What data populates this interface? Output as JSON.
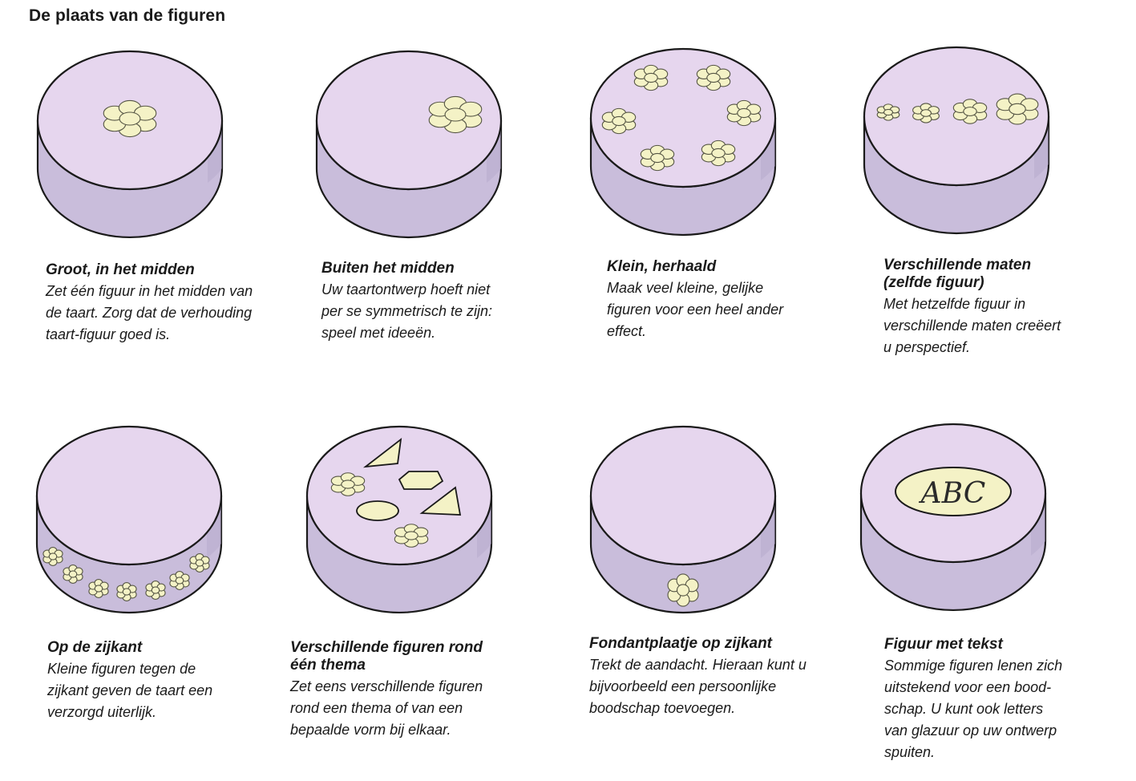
{
  "title": "De plaats van de figuren",
  "colors": {
    "cake_top": "#e6d6ee",
    "cake_side": "#c9bddb",
    "cake_side_dark": "#b6a9cb",
    "outline": "#1a1a1a",
    "flower_fill": "#f4f2c6",
    "flower_outline": "#555544"
  },
  "panels": [
    {
      "id": "groot-midden",
      "decoration": "flower-center-large",
      "title": "Groot, in het midden",
      "text": [
        "Zet één figuur in het midden van",
        "de taart. Zorg dat de verhouding",
        "taart-figuur goed is."
      ]
    },
    {
      "id": "buiten-midden",
      "decoration": "flower-off-center",
      "title": "Buiten het midden",
      "text": [
        "Uw taartontwerp hoeft niet",
        "per se symmetrisch te zijn:",
        "speel met ideeën."
      ]
    },
    {
      "id": "klein-herhaald",
      "decoration": "flower-ring",
      "title": "Klein, herhaald",
      "text": [
        "Maak veel kleine, gelijke",
        "figuren voor een heel ander",
        "effect."
      ]
    },
    {
      "id": "verschillende-maten",
      "decoration": "flower-row-graduated",
      "title": [
        "Verschillende maten",
        "(zelfde figuur)"
      ],
      "text": [
        "Met hetzelfde figuur in",
        "verschillende maten creëert",
        "u perspectief."
      ]
    },
    {
      "id": "op-de-zijkant",
      "decoration": "flower-side-band",
      "title": "Op de zijkant",
      "text": [
        "Kleine figuren tegen de",
        "zijkant geven de taart een",
        "verzorgd uiterlijk."
      ]
    },
    {
      "id": "verschillende-figuren",
      "decoration": "mixed-shapes",
      "title": [
        "Verschillende figuren rond",
        "één thema"
      ],
      "text": [
        "Zet eens verschillende figuren",
        "rond een thema of van een",
        "bepaalde vorm bij elkaar."
      ]
    },
    {
      "id": "fondantplaatje",
      "decoration": "flower-side-single",
      "title": "Fondantplaatje op zijkant",
      "text": [
        "Trekt de aandacht. Hieraan kunt u",
        "bijvoorbeeld een persoonlijke",
        "boodschap toevoegen."
      ]
    },
    {
      "id": "figuur-met-tekst",
      "decoration": "text-plaque",
      "plaque_text": "ABC",
      "title": "Figuur met tekst",
      "text": [
        "Sommige figuren lenen zich",
        "uitstekend voor een bood-",
        "schap. U kunt ook letters",
        "van glazuur op uw ontwerp",
        "spuiten."
      ]
    }
  ]
}
